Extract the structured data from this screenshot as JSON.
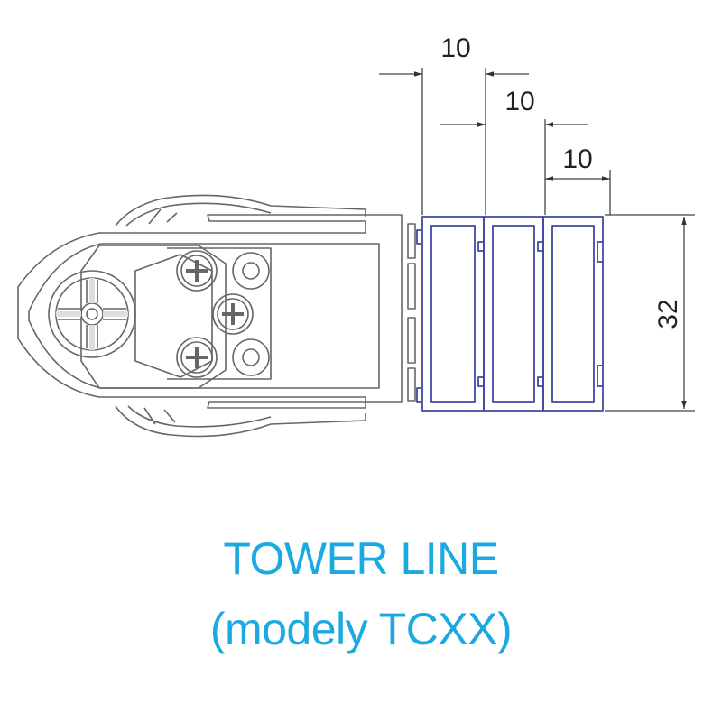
{
  "dimensions": {
    "width_1": "10",
    "width_2": "10",
    "width_3": "10",
    "height": "32"
  },
  "caption": {
    "line1": "TOWER LINE",
    "line2": "(modely TCXX)"
  },
  "colors": {
    "caption": "#1ba9e1",
    "profile_outline": "#3f4aa0",
    "drawing_lines": "#555555",
    "background": "#ffffff"
  }
}
